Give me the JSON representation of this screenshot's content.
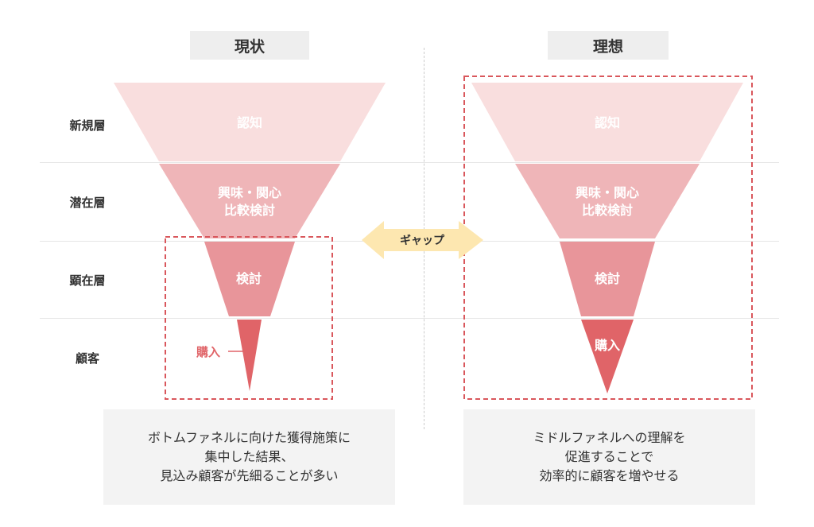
{
  "headers": {
    "left": "現状",
    "right": "理想"
  },
  "rows": [
    "新規層",
    "潜在層",
    "顕在層",
    "顧客"
  ],
  "funnel_left": {
    "awareness": "認知",
    "interest_1": "興味・関心",
    "interest_2": "比較検討",
    "consideration": "検討",
    "purchase": "購入"
  },
  "funnel_right": {
    "awareness": "認知",
    "interest_1": "興味・関心",
    "interest_2": "比較検討",
    "consideration": "検討",
    "purchase": "購入"
  },
  "gap_label": "ギャップ",
  "caption_left": [
    "ボトムファネルに向けた獲得施策に",
    "集中した結果、",
    "見込み顧客が先細ることが多い"
  ],
  "caption_right": [
    "ミドルファネルへの理解を",
    "促進することで",
    "効率的に顧客を増やせる"
  ],
  "colors": {
    "awareness": "#f9dede",
    "interest": "#efb5b8",
    "consideration": "#e8959a",
    "purchase": "#e06468",
    "dashed_border": "#d9575c",
    "gap_arrow": "#fde7b0",
    "header_bg": "#eeeeee",
    "caption_bg": "#f3f3f3"
  }
}
